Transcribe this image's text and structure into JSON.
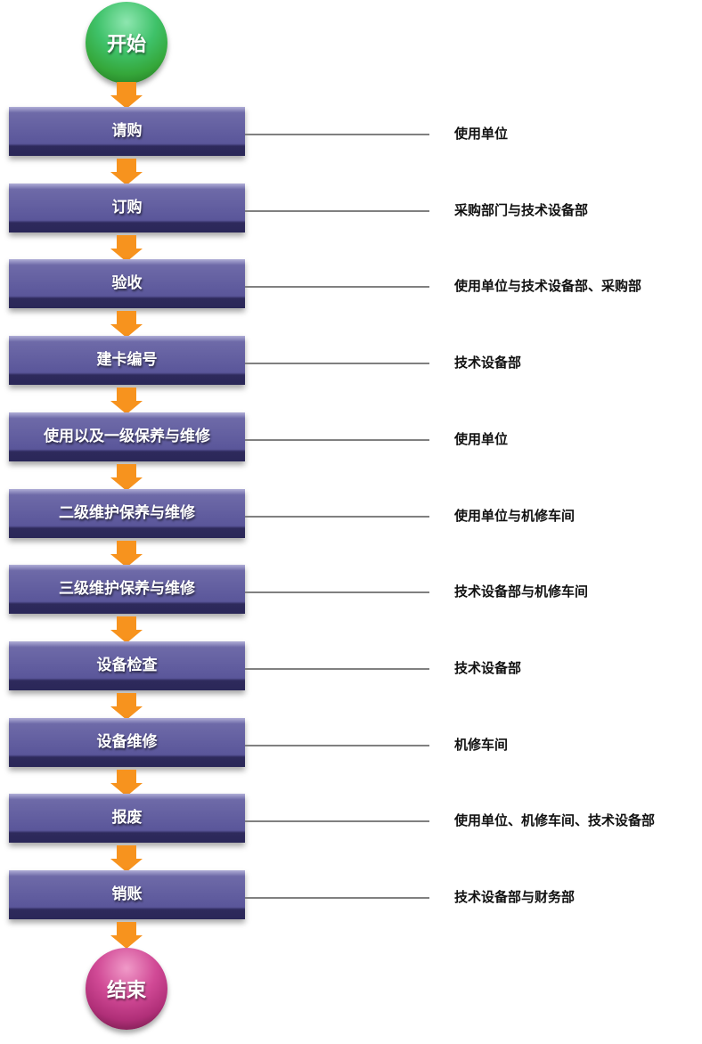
{
  "start": "开始",
  "end": "结束",
  "steps": [
    {
      "label": "请购",
      "owner": "使用单位"
    },
    {
      "label": "订购",
      "owner": "采购部门与技术设备部"
    },
    {
      "label": "验收",
      "owner": "使用单位与技术设备部、采购部"
    },
    {
      "label": "建卡编号",
      "owner": "技术设备部"
    },
    {
      "label": "使用以及一级保养与维修",
      "owner": "使用单位"
    },
    {
      "label": "二级维护保养与维修",
      "owner": "使用单位与机修车间"
    },
    {
      "label": "三级维护保养与维修",
      "owner": "技术设备部与机修车间"
    },
    {
      "label": "设备检查",
      "owner": "技术设备部"
    },
    {
      "label": "设备维修",
      "owner": "机修车间"
    },
    {
      "label": "报废",
      "owner": "使用单位、机修车间、技术设备部"
    },
    {
      "label": "销账",
      "owner": "技术设备部与财务部"
    }
  ],
  "colors": {
    "arrow": "#f7931e",
    "connector": "#808080"
  }
}
